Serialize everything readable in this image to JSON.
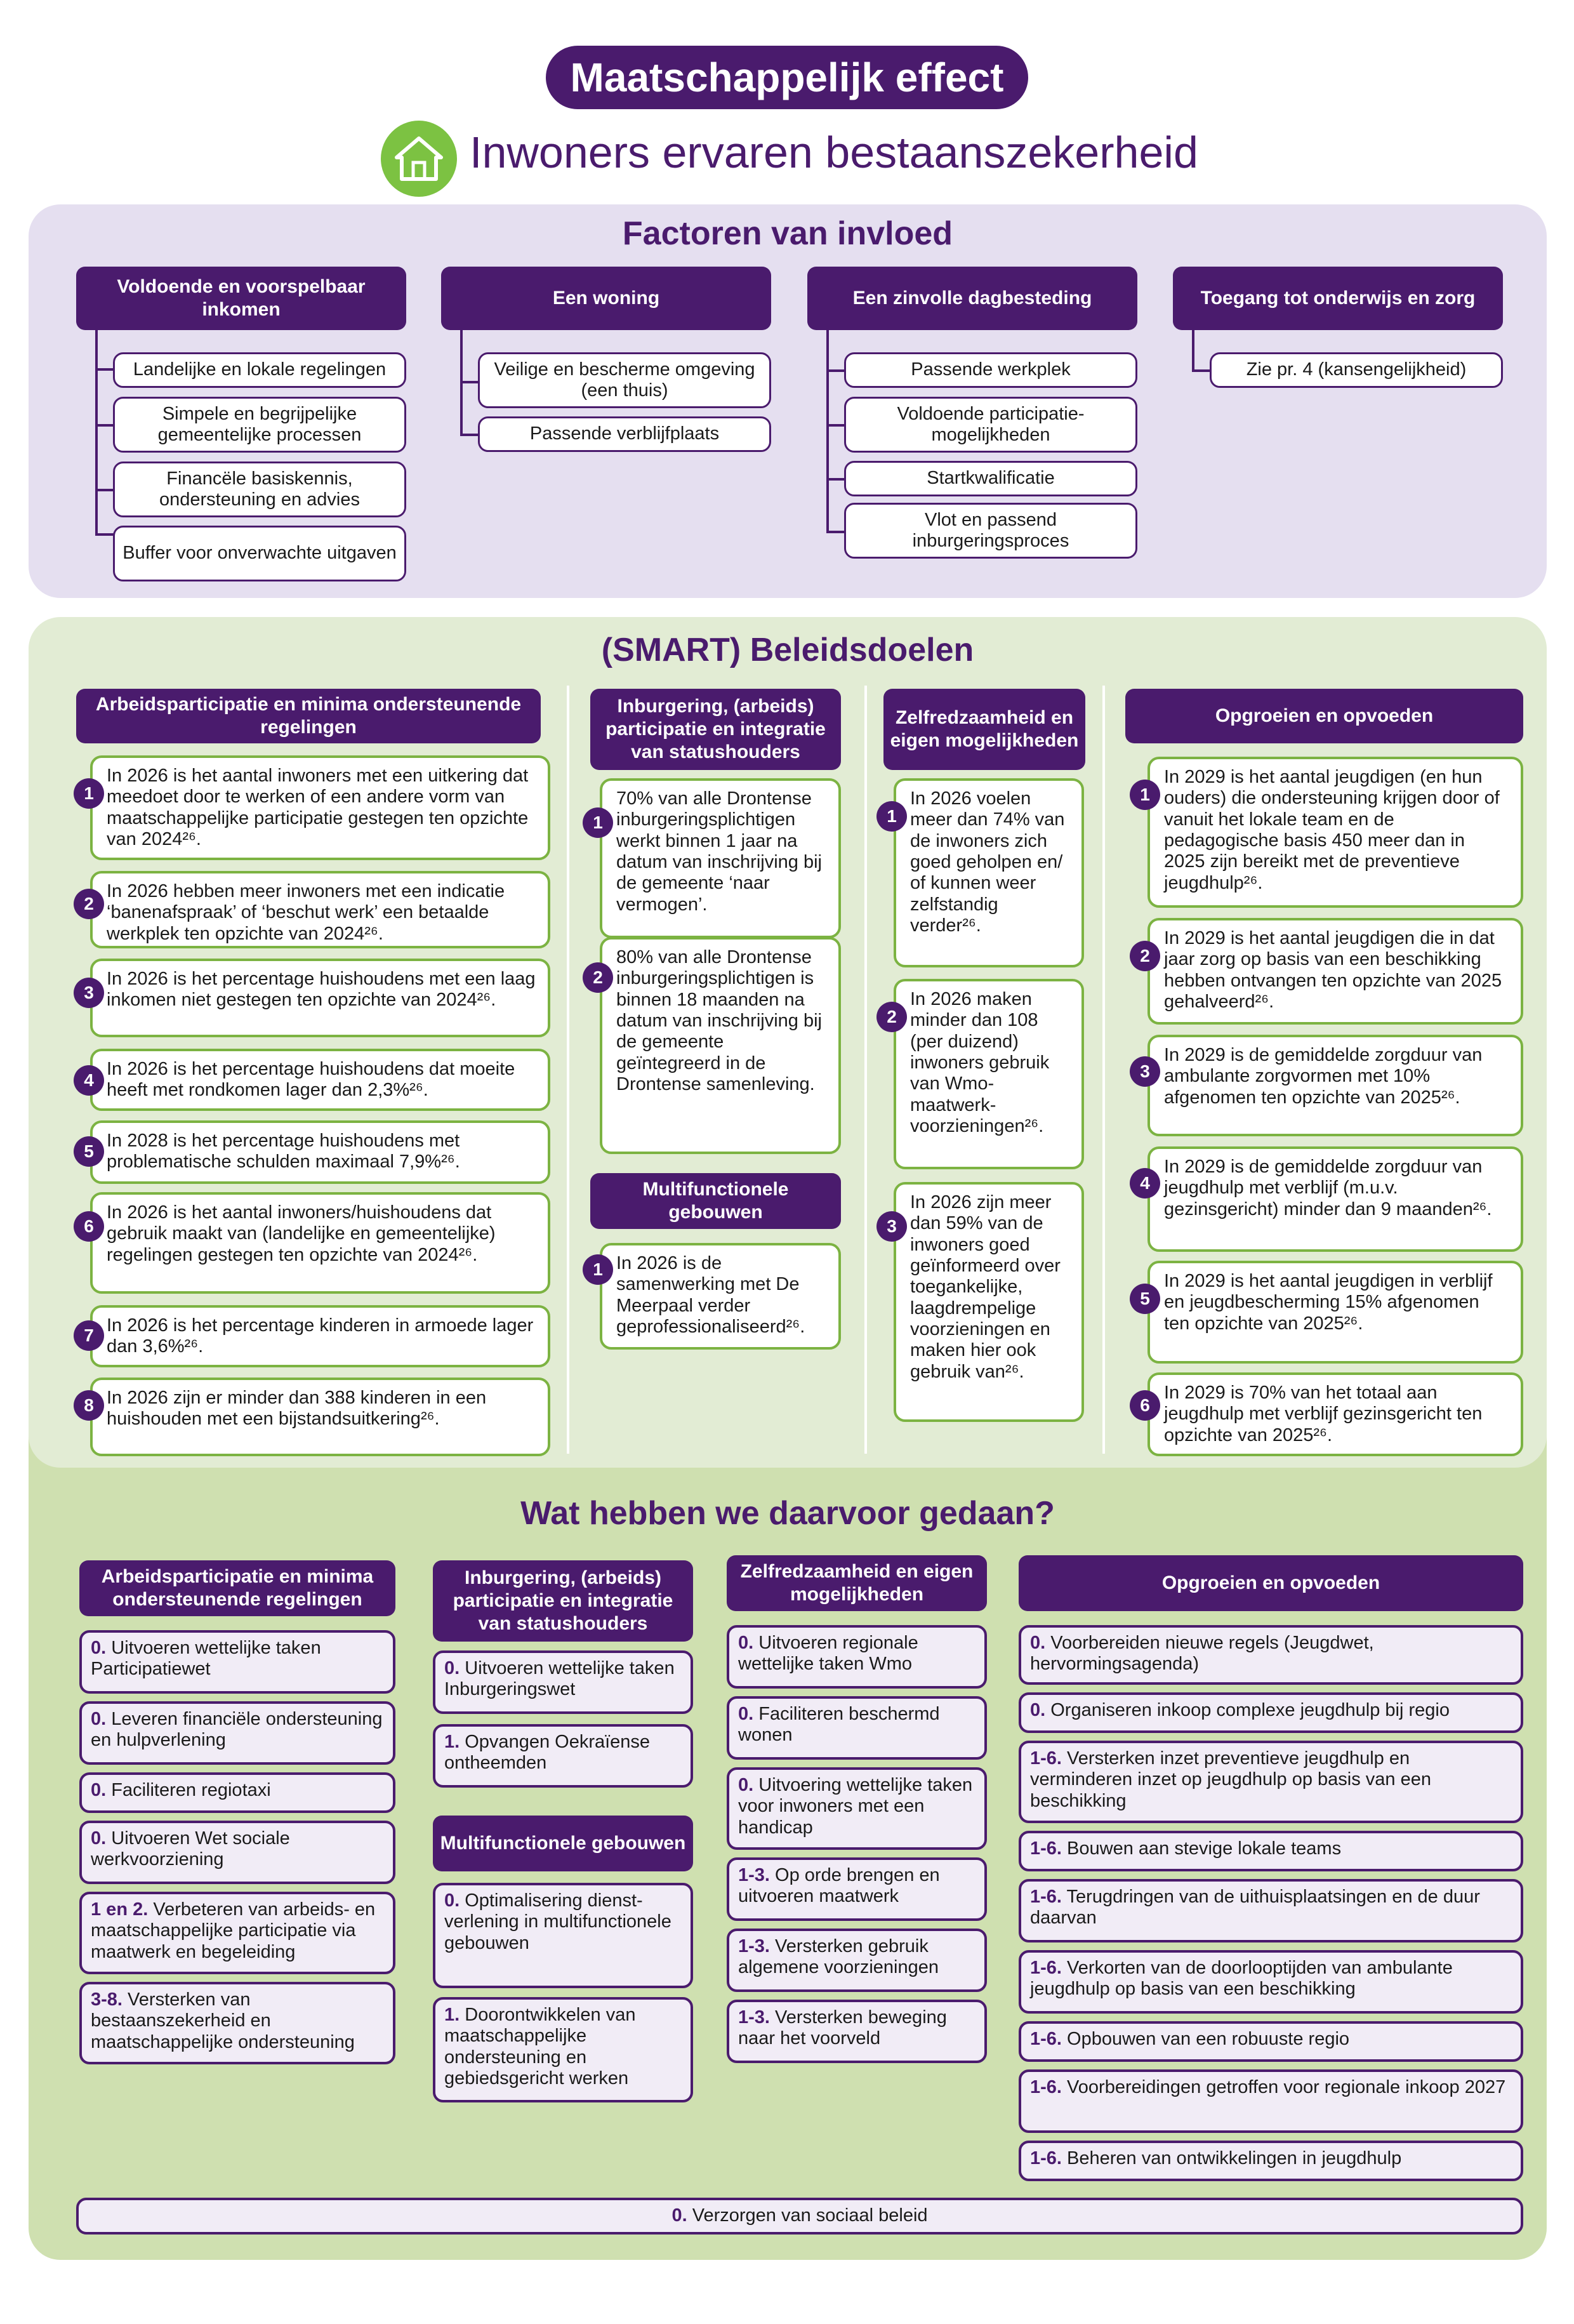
{
  "header": {
    "title": "Maatschappelijk effect",
    "subtitle": "Inwoners ervaren bestaanszekerheid",
    "icon": "house-icon"
  },
  "factors": {
    "title": "Factoren van invloed",
    "groups": [
      {
        "header": "Voldoende en voorspelbaar inkomen",
        "items": [
          "Landelijke en lokale regelingen",
          "Simpele en begrijpelijke gemeentelijke processen",
          "Financële basiskennis, ondersteuning en advies",
          "Buffer voor onverwachte uitgaven"
        ]
      },
      {
        "header": "Een woning",
        "items": [
          "Veilige en bescherme omgeving (een thuis)",
          "Passende verblijfplaats"
        ]
      },
      {
        "header": "Een zinvolle dagbesteding",
        "items": [
          "Passende werkplek",
          "Voldoende participatie-mogelijkheden",
          "Startkwalificatie",
          "Vlot en passend inburgeringsproces"
        ]
      },
      {
        "header": "Toegang tot onderwijs en zorg",
        "items": [
          "Zie pr. 4 (kansengelijkheid)"
        ]
      }
    ]
  },
  "goals": {
    "title": "(SMART) Beleidsdoelen",
    "columns": [
      {
        "header": "Arbeidsparticipatie en minima ondersteunende regelingen",
        "items": [
          {
            "n": "1",
            "text": "In 2026 is het aantal inwoners met een uitkering dat meedoet door te werken of een andere vorm van maatschappelijke participatie gestegen ten opzichte van 2024²⁶."
          },
          {
            "n": "2",
            "text": "In 2026 hebben meer inwoners met een indicatie ‘banenafspraak’ of ‘beschut werk’ een betaalde werkplek ten opzichte van 2024²⁶."
          },
          {
            "n": "3",
            "text": "In 2026 is het percentage huishoudens met een laag inkomen niet gestegen ten opzichte van 2024²⁶."
          },
          {
            "n": "4",
            "text": "In 2026 is het percentage huishoudens dat moeite heeft met rondkomen lager dan 2,3%²⁶."
          },
          {
            "n": "5",
            "text": "In 2028 is het percentage huishoudens met problematische schulden maximaal 7,9%²⁶."
          },
          {
            "n": "6",
            "text": "In 2026 is het aantal inwoners/huishoudens dat gebruik maakt van (landelijke en gemeentelijke) regelingen gestegen ten opzichte van 2024²⁶."
          },
          {
            "n": "7",
            "text": "In 2026 is het percentage kinderen in armoede lager dan 3,6%²⁶."
          },
          {
            "n": "8",
            "text": "In 2026 zijn er minder dan 388 kinderen in een huishouden met een bijstandsuitkering²⁶."
          }
        ]
      },
      {
        "header": "Inburgering, (arbeids) participatie en integratie van statushouders",
        "items": [
          {
            "n": "1",
            "text": "70% van alle Drontense inburgeringsplichtigen werkt binnen 1 jaar na datum van inschrijving bij de gemeente ‘naar vermogen’."
          },
          {
            "n": "2",
            "text": "80% van alle Drontense inburgeringsplichtigen is binnen 18 maanden na datum van inschrijving bij de gemeente geïntegreerd in de Drontense samenleving."
          }
        ],
        "sub_header": "Multifunctionele gebouwen",
        "sub_items": [
          {
            "n": "1",
            "text": "In 2026 is de samenwerking met De Meerpaal verder geprofessionaliseerd²⁶."
          }
        ]
      },
      {
        "header": "Zelfredzaamheid en eigen mogelijkheden",
        "items": [
          {
            "n": "1",
            "text": "In 2026 voelen meer dan 74% van de inwoners zich goed geholpen en/ of kunnen weer zelfstandig verder²⁶."
          },
          {
            "n": "2",
            "text": "In 2026 maken minder dan 108 (per duizend) inwoners gebruik van Wmo-maatwerk-voorzieningen²⁶."
          },
          {
            "n": "3",
            "text": "In 2026 zijn meer dan 59% van de inwoners goed geïnformeerd over toegankelijke, laagdrempelige voorzieningen en maken hier ook gebruik van²⁶."
          }
        ]
      },
      {
        "header": "Opgroeien en opvoeden",
        "items": [
          {
            "n": "1",
            "text": "In 2029 is het aantal jeugdigen (en hun ouders) die ondersteuning krijgen door of vanuit het lokale team en de pedagogische basis 450 meer dan in 2025 zijn bereikt met de preventieve jeugdhulp²⁶."
          },
          {
            "n": "2",
            "text": "In 2029 is het aantal jeugdigen die in dat jaar zorg op basis van een beschikking hebben ontvangen ten opzichte van 2025 gehalveerd²⁶."
          },
          {
            "n": "3",
            "text": "In 2029 is de gemiddelde zorgduur van ambulante zorgvormen met 10% afgenomen ten opzichte van 2025²⁶."
          },
          {
            "n": "4",
            "text": "In 2029 is de gemiddelde zorgduur van jeugdhulp met verblijf (m.u.v. gezinsgericht) minder dan 9 maanden²⁶."
          },
          {
            "n": "5",
            "text": "In 2029 is het aantal jeugdigen in verblijf en jeugdbescherming 15% afgenomen ten opzichte van 2025²⁶."
          },
          {
            "n": "6",
            "text": "In 2029 is 70% van het totaal aan jeugdhulp met verblijf gezinsgericht ten opzichte van 2025²⁶."
          }
        ]
      }
    ]
  },
  "actions": {
    "title": "Wat hebben we daarvoor gedaan?",
    "columns": [
      {
        "header": "Arbeidsparticipatie en minima ondersteunende regelingen",
        "items": [
          {
            "code": "0.",
            "text": "Uitvoeren wettelijke taken Participatiewet"
          },
          {
            "code": "0.",
            "text": "Leveren financiële ondersteuning en hulpverlening"
          },
          {
            "code": "0.",
            "text": "Faciliteren regiotaxi"
          },
          {
            "code": "0.",
            "text": "Uitvoeren Wet sociale werkvoorziening"
          },
          {
            "code": "1 en 2.",
            "text": "Verbeteren van arbeids- en maatschappelijke participatie via maatwerk en begeleiding"
          },
          {
            "code": "3-8.",
            "text": "Versterken van bestaanszekerheid en maatschappelijke ondersteuning"
          }
        ]
      },
      {
        "header": "Inburgering, (arbeids) participatie en integratie van statushouders",
        "items": [
          {
            "code": "0.",
            "text": "Uitvoeren wettelijke taken Inburgeringswet"
          },
          {
            "code": "1.",
            "text": "Opvangen Oekraïense ontheemden"
          }
        ],
        "sub_header": "Multifunctionele gebouwen",
        "sub_items": [
          {
            "code": "0.",
            "text": "Optimalisering dienst-verlening in multifunctionele gebouwen"
          },
          {
            "code": "1.",
            "text": "Doorontwikkelen van maatschappelijke ondersteuning en gebiedsgericht werken"
          }
        ]
      },
      {
        "header": "Zelfredzaamheid en eigen mogelijkheden",
        "items": [
          {
            "code": "0.",
            "text": "Uitvoeren regionale wettelijke taken Wmo"
          },
          {
            "code": "0.",
            "text": "Faciliteren beschermd wonen"
          },
          {
            "code": "0.",
            "text": "Uitvoering wettelijke taken voor inwoners met een handicap"
          },
          {
            "code": "1-3.",
            "text": "Op orde brengen en uitvoeren maatwerk"
          },
          {
            "code": "1-3.",
            "text": "Versterken gebruik algemene voorzieningen"
          },
          {
            "code": "1-3.",
            "text": "Versterken beweging naar het voorveld"
          }
        ]
      },
      {
        "header": "Opgroeien en opvoeden",
        "items": [
          {
            "code": "0.",
            "text": "Voorbereiden nieuwe regels (Jeugdwet, hervormingsagenda)"
          },
          {
            "code": "0.",
            "text": "Organiseren inkoop complexe jeugdhulp bij regio"
          },
          {
            "code": "1-6.",
            "text": "Versterken inzet preventieve jeugdhulp en verminderen inzet op jeugdhulp op basis van een beschikking"
          },
          {
            "code": "1-6.",
            "text": "Bouwen aan stevige lokale teams"
          },
          {
            "code": "1-6.",
            "text": "Terugdringen van de uithuisplaatsingen en de duur daarvan"
          },
          {
            "code": "1-6.",
            "text": "Verkorten van de doorlooptijden van ambulante jeugdhulp op basis van een beschikking"
          },
          {
            "code": "1-6.",
            "text": "Opbouwen van een robuuste regio"
          },
          {
            "code": "1-6.",
            "text": "Voorbereidingen getroffen voor regionale inkoop 2027"
          },
          {
            "code": "1-6.",
            "text": "Beheren van ontwikkelingen in jeugdhulp"
          }
        ]
      }
    ],
    "footer": {
      "code": "0.",
      "text": "Verzorgen van sociaal beleid"
    }
  },
  "colors": {
    "purple": "#4a1b6d",
    "green": "#7cb342",
    "house": "#7cc242"
  }
}
